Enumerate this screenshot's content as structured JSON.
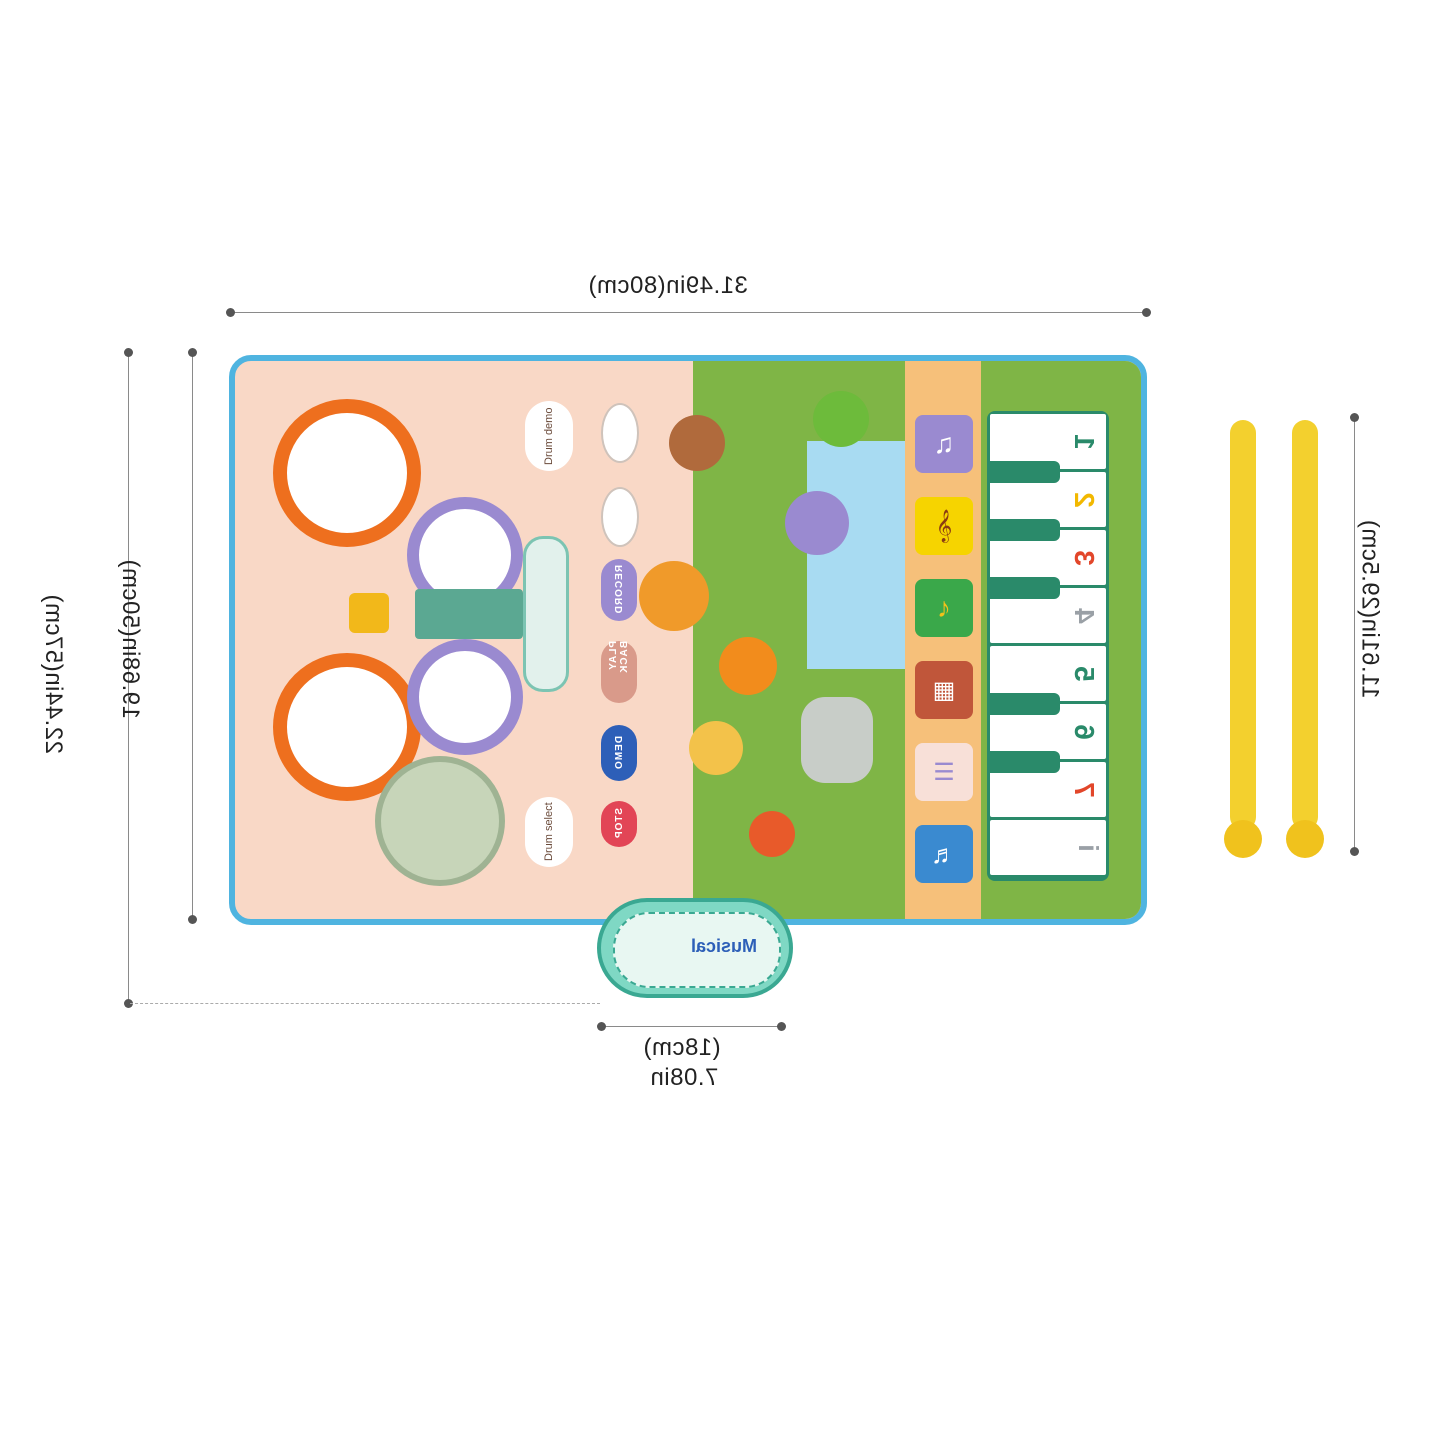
{
  "dimensions": {
    "width": "31.49in(80cm)",
    "height_outer": "22.44in(57cm)",
    "height_mat": "19.68in(50cm)",
    "stick_length": "11.61in(29.5cm)",
    "speaker_width_in": "7.08in",
    "speaker_width_cm": "(18cm)"
  },
  "mat": {
    "controls": {
      "record": "RECORD",
      "play_back": "PLAY BACK",
      "demo": "DEMO",
      "stop": "STOP",
      "drum_demo": "Drum demo",
      "drum_select": "Drum select"
    },
    "piano_keys": [
      "1",
      "2",
      "3",
      "4",
      "5",
      "6",
      "7",
      "i"
    ],
    "key_colors": [
      "#2a8a6a",
      "#f2b800",
      "#e2462a",
      "#9aa0a6",
      "#2a8a6a",
      "#2a8a6a",
      "#e2462a",
      "#9aa0a6"
    ],
    "instrument_icons": [
      "piano-icon",
      "violin-icon",
      "saxophone-icon",
      "accordion-icon",
      "xylophone-icon",
      "guitar-icon"
    ],
    "speaker_logo": "Musical"
  },
  "colors": {
    "border": "#4fb4e0",
    "drum_zone": "#f9d8c6",
    "grass": "#7fb546",
    "water": "#a8dbf2",
    "sand": "#f6c07a",
    "stick": "#f3d02e"
  }
}
